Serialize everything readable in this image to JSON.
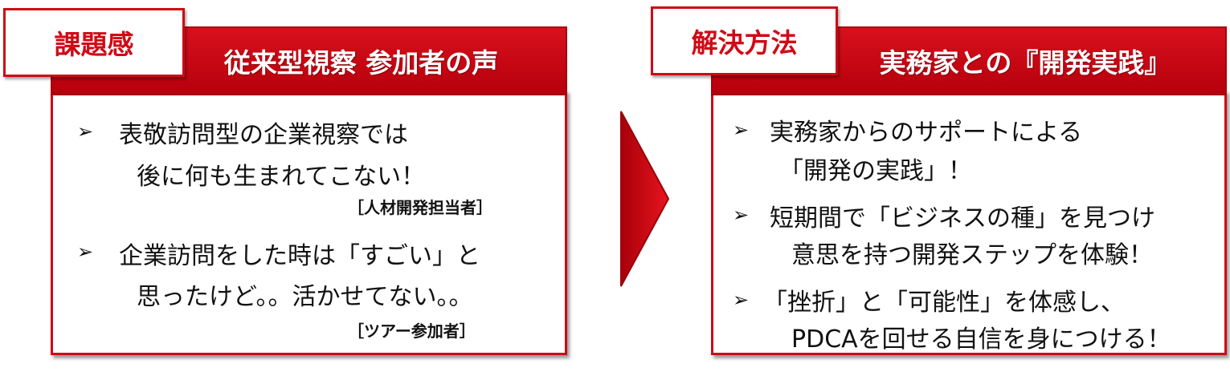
{
  "left": {
    "tag": "課題感",
    "header": "従来型視察 参加者の声",
    "items": [
      {
        "bullet": "➢",
        "lines": [
          "表敬訪問型の企業視察では",
          "後に何も生まれてこない！"
        ],
        "attribution": "［人材開発担当者］"
      },
      {
        "bullet": "➢",
        "lines": [
          "企業訪問をした時は「すごい」と",
          "思ったけど。。活かせてない。。"
        ],
        "attribution": "［ツアー参加者］"
      }
    ]
  },
  "right": {
    "tag": "解決方法",
    "header": "実務家との『開発実践』",
    "items": [
      {
        "bullet": "➢",
        "lines": [
          "実務家からのサポートによる",
          "「開発の実践」！"
        ]
      },
      {
        "bullet": "➢",
        "lines": [
          "短期間で「ビジネスの種」を見つけ",
          "意思を持つ開発ステップを体験！"
        ]
      },
      {
        "bullet": "➢",
        "lines": [
          "「挫折」と「可能性」を体感し、",
          "PDCAを回せる自信を身につける！"
        ]
      }
    ]
  },
  "colors": {
    "accent": "#cc0a16",
    "header_bg": "#c4000f",
    "text": "#111111"
  }
}
